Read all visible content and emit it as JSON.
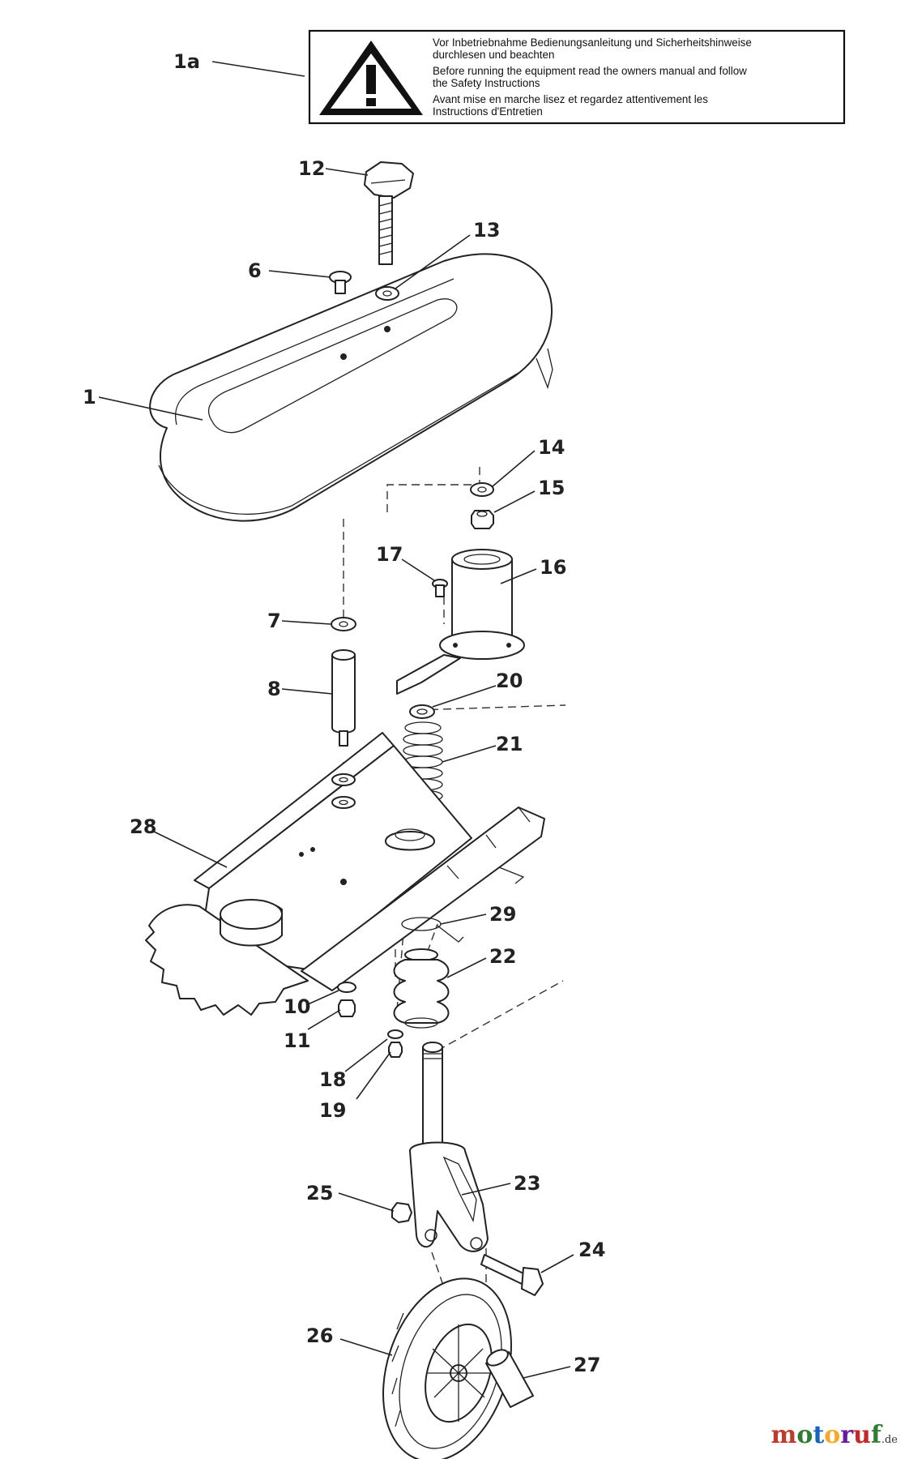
{
  "warning_label": {
    "icon": "warning-triangle-icon",
    "lines": [
      "Vor Inbetriebnahme Bedienungsanleitung und Sicherheitshinweise",
      "durchlesen und beachten",
      "Before running the equipment read the owners manual and follow",
      "the Safety Instructions",
      "Avant mise en marche lisez et regardez attentivement les",
      "Instructions d'Entretien"
    ]
  },
  "callouts": {
    "c1a": "1a",
    "c1": "1",
    "c6": "6",
    "c7": "7",
    "c8": "8",
    "c10": "10",
    "c11": "11",
    "c12": "12",
    "c13": "13",
    "c14": "14",
    "c15": "15",
    "c16": "16",
    "c17": "17",
    "c18": "18",
    "c19": "19",
    "c20": "20",
    "c21": "21",
    "c22": "22",
    "c23": "23",
    "c24": "24",
    "c25": "25",
    "c26": "26",
    "c27": "27",
    "c28": "28",
    "c29": "29"
  },
  "watermark": {
    "brand_parts": [
      {
        "text": "m",
        "color": "#c0392b"
      },
      {
        "text": "o",
        "color": "#2e7d32"
      },
      {
        "text": "t",
        "color": "#1565c0"
      },
      {
        "text": "o",
        "color": "#f9a825"
      },
      {
        "text": "r",
        "color": "#6a1b9a"
      },
      {
        "text": "u",
        "color": "#c62828"
      },
      {
        "text": "f",
        "color": "#2e7d32"
      }
    ],
    "suffix": ".de"
  }
}
